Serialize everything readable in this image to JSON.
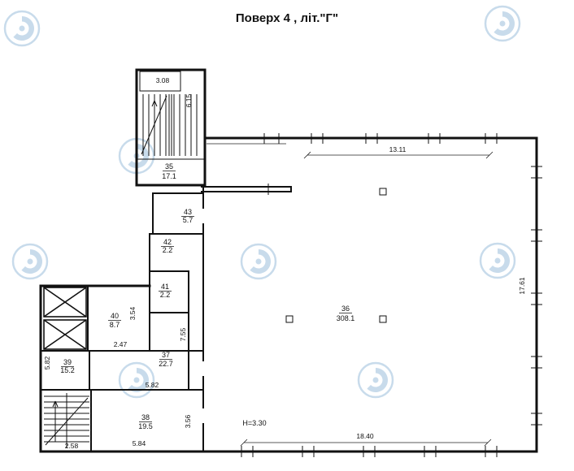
{
  "title": "Поверх   4  , літ.\"Г\"",
  "note_height": "H=3.30",
  "rooms": {
    "r35": {
      "number": "35",
      "area": "17.1"
    },
    "r36": {
      "number": "36",
      "area": "308.1"
    },
    "r37": {
      "number": "37",
      "area": "22.7"
    },
    "r38": {
      "number": "38",
      "area": "19.5"
    },
    "r39": {
      "number": "39",
      "area": "15.2"
    },
    "r40": {
      "number": "40",
      "area": "8.7"
    },
    "r41": {
      "number": "41",
      "area": "2.2"
    },
    "r42": {
      "number": "42",
      "area": "2.2"
    },
    "r43": {
      "number": "43",
      "area": "5.7"
    }
  },
  "dims": {
    "stair_top_w": "3.08",
    "stair_top_h": "6.15",
    "main_top": "13.11",
    "main_right": "17.61",
    "main_bottom": "18.40",
    "r40_h": "3.54",
    "r40_w": "2.47",
    "corridor_l": "7.55",
    "r39_h": "5.82",
    "r38_top": "5.82",
    "r38_h": "3.56",
    "stair_bot_w": "2.58",
    "r38_bottom": "5.84"
  },
  "watermark_color": "#92b9d9"
}
